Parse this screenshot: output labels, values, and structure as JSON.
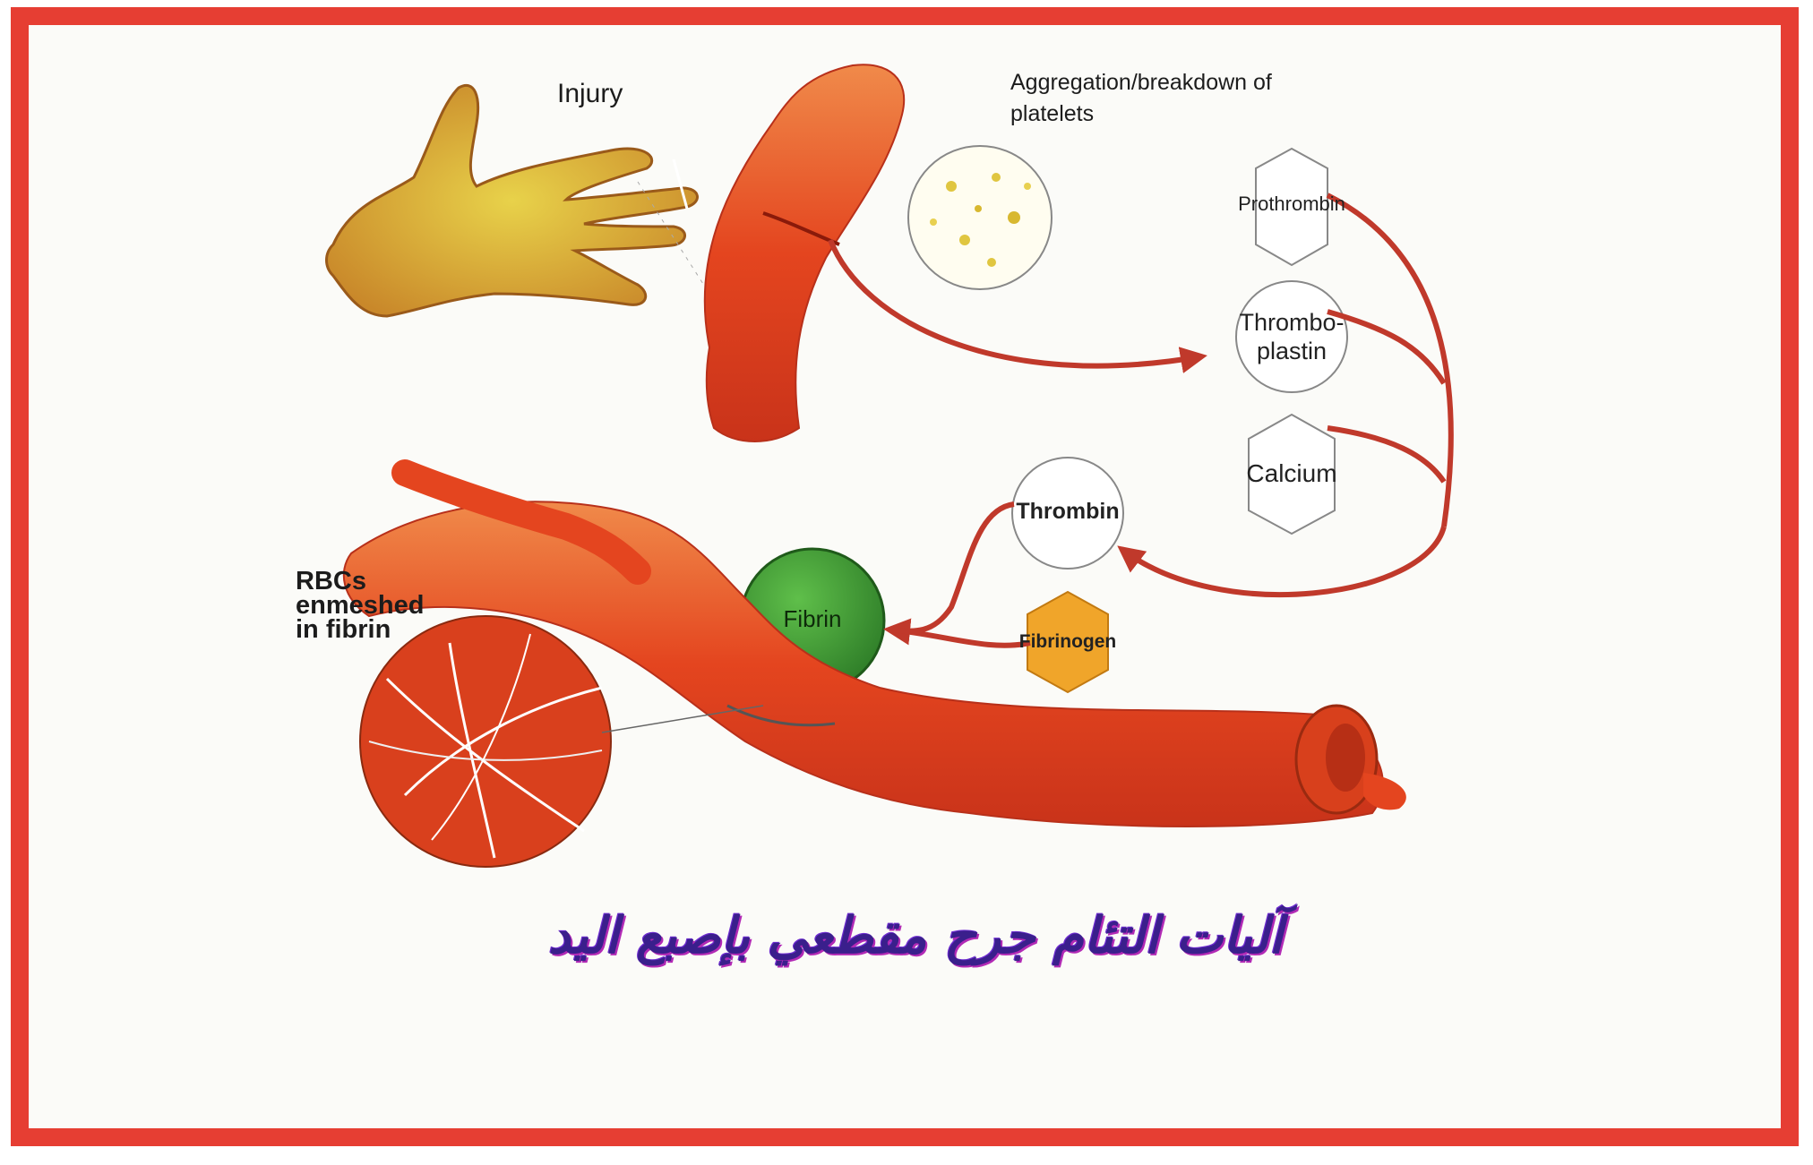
{
  "labels": {
    "injury": "Injury",
    "aggregation_line1": "Aggregation/breakdown of",
    "aggregation_line2": "platelets",
    "rbcs_line1": "RBCs",
    "rbcs_line2": "enmeshed",
    "rbcs_line3": "in fibrin"
  },
  "nodes": {
    "prothrombin": "Prothrombin",
    "thromboplastin_line1": "Thrombo-",
    "thromboplastin_line2": "plastin",
    "calcium": "Calcium",
    "thrombin": "Thrombin",
    "fibrinogen": "Fibrinogen",
    "fibrin": "Fibrin"
  },
  "caption": "آليات التئام جرح مقطعي بإصبع اليد",
  "colors": {
    "border": "#e63e33",
    "vessel": "#e4451f",
    "arrow": "#c0392b",
    "fibrin": "#3f9c35",
    "fibrinogen": "#f0a52a",
    "caption": "#3a1f8c"
  }
}
